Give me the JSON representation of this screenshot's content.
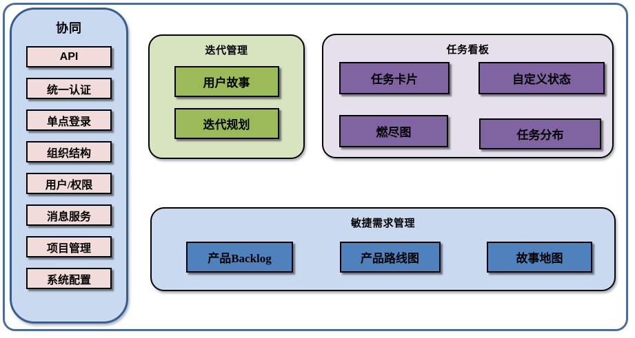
{
  "colors": {
    "outer_border": "#4a6b9d",
    "sidebar_bg": "#c9daf0",
    "sidebar_border": "#365f91",
    "pink_item": "#f2dcdb",
    "green_container": "#d7e4bd",
    "green_item": "#9bbb59",
    "purple_container": "#e6e0ed",
    "purple_item": "#8064a2",
    "blue_container": "#c9daf0",
    "blue_item": "#4f81bd"
  },
  "sidebar": {
    "title": "协同",
    "items": [
      "API",
      "统一认证",
      "单点登录",
      "组织结构",
      "用户/权限",
      "消息服务",
      "项目管理",
      "系统配置"
    ]
  },
  "iteration": {
    "title": "迭代管理",
    "items": [
      "用户故事",
      "迭代规划"
    ]
  },
  "taskboard": {
    "title": "任务看板",
    "items": [
      "任务卡片",
      "自定义状态",
      "燃尽图",
      "任务分布"
    ]
  },
  "agile": {
    "title": "敏捷需求管理",
    "items": [
      "产品Backlog",
      "产品路线图",
      "故事地图"
    ]
  }
}
